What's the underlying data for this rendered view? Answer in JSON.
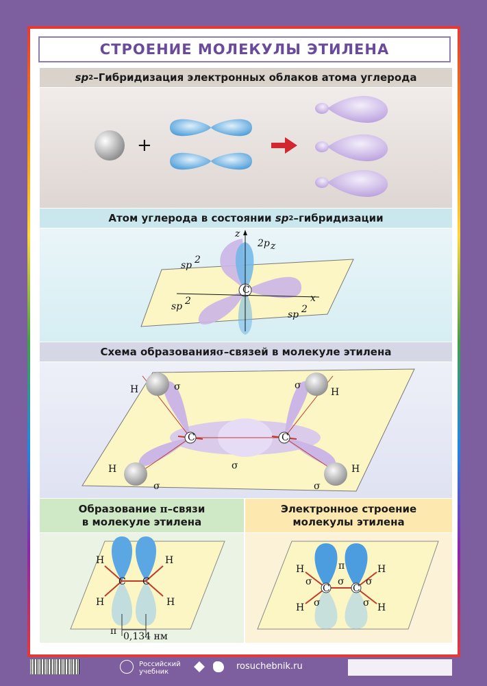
{
  "title": "СТРОЕНИЕ МОЛЕКУЛЫ ЭТИЛЕНА",
  "sections": {
    "s1": {
      "header_prefix": "sp",
      "header_sup": "2",
      "header_rest": "–Гибридизация электронных облаков атома углерода"
    },
    "s2": {
      "header_pre": "Атом углерода в состоянии ",
      "header_sp": "sp",
      "header_sup": "2",
      "header_post": "–гибридизации",
      "labels": {
        "axis_z": "z",
        "orbital_2pz": "2p",
        "orbital_2pz_sub": "z",
        "axis_x": "x",
        "sp2_a": "sp",
        "sp2_b": "sp",
        "sp2_c": "sp",
        "sup": "2",
        "atom_c": "C"
      }
    },
    "s3": {
      "header_pre": "Схема образования ",
      "header_sym": "σ",
      "header_post": "–связей в молекуле этилена",
      "labels": {
        "h": "H",
        "c": "C",
        "sigma": "σ"
      }
    },
    "s4": {
      "header_line1_pre": "Образование ",
      "header_line1_sym": "π",
      "header_line1_post": "–связи",
      "header_line2": "в молекуле этилена",
      "labels": {
        "h": "H",
        "c": "C",
        "pi": "π",
        "distance": "0,134 нм"
      }
    },
    "s5": {
      "header_line1": "Электронное строение",
      "header_line2": "молекулы этилена",
      "labels": {
        "h": "H",
        "c": "C",
        "pi": "π",
        "sigma": "σ"
      }
    }
  },
  "footer": {
    "publisher": "Российский учебник",
    "site": "rosuchebnik.ru"
  },
  "colors": {
    "background": "#7d5fa0",
    "title": "#6a4b9b",
    "s_orbital": "#4fa3e0",
    "sp_orbital": "#c9b5e6",
    "plane": "#fbf6c4"
  }
}
